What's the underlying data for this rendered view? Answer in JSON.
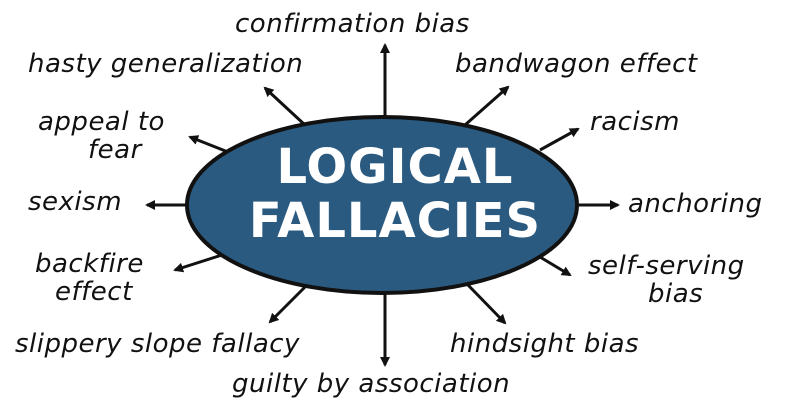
{
  "center": {
    "line1": "LOGICAL",
    "line2": "FALLACIES",
    "fill": "#2b5a80",
    "stroke": "#111111"
  },
  "fallacies": {
    "confirmation_bias": "confirmation bias",
    "hasty_generalization": "hasty generalization",
    "bandwagon_effect": "bandwagon effect",
    "appeal_to_fear_1": "appeal to",
    "appeal_to_fear_2": "fear",
    "racism": "racism",
    "sexism": "sexism",
    "anchoring": "anchoring",
    "backfire_effect_1": "backfire",
    "backfire_effect_2": "effect",
    "self_serving_bias_1": "self-serving",
    "self_serving_bias_2": "bias",
    "slippery_slope_fallacy": "slippery slope fallacy",
    "hindsight_bias": "hindsight bias",
    "guilty_by_association": "guilty by association"
  }
}
